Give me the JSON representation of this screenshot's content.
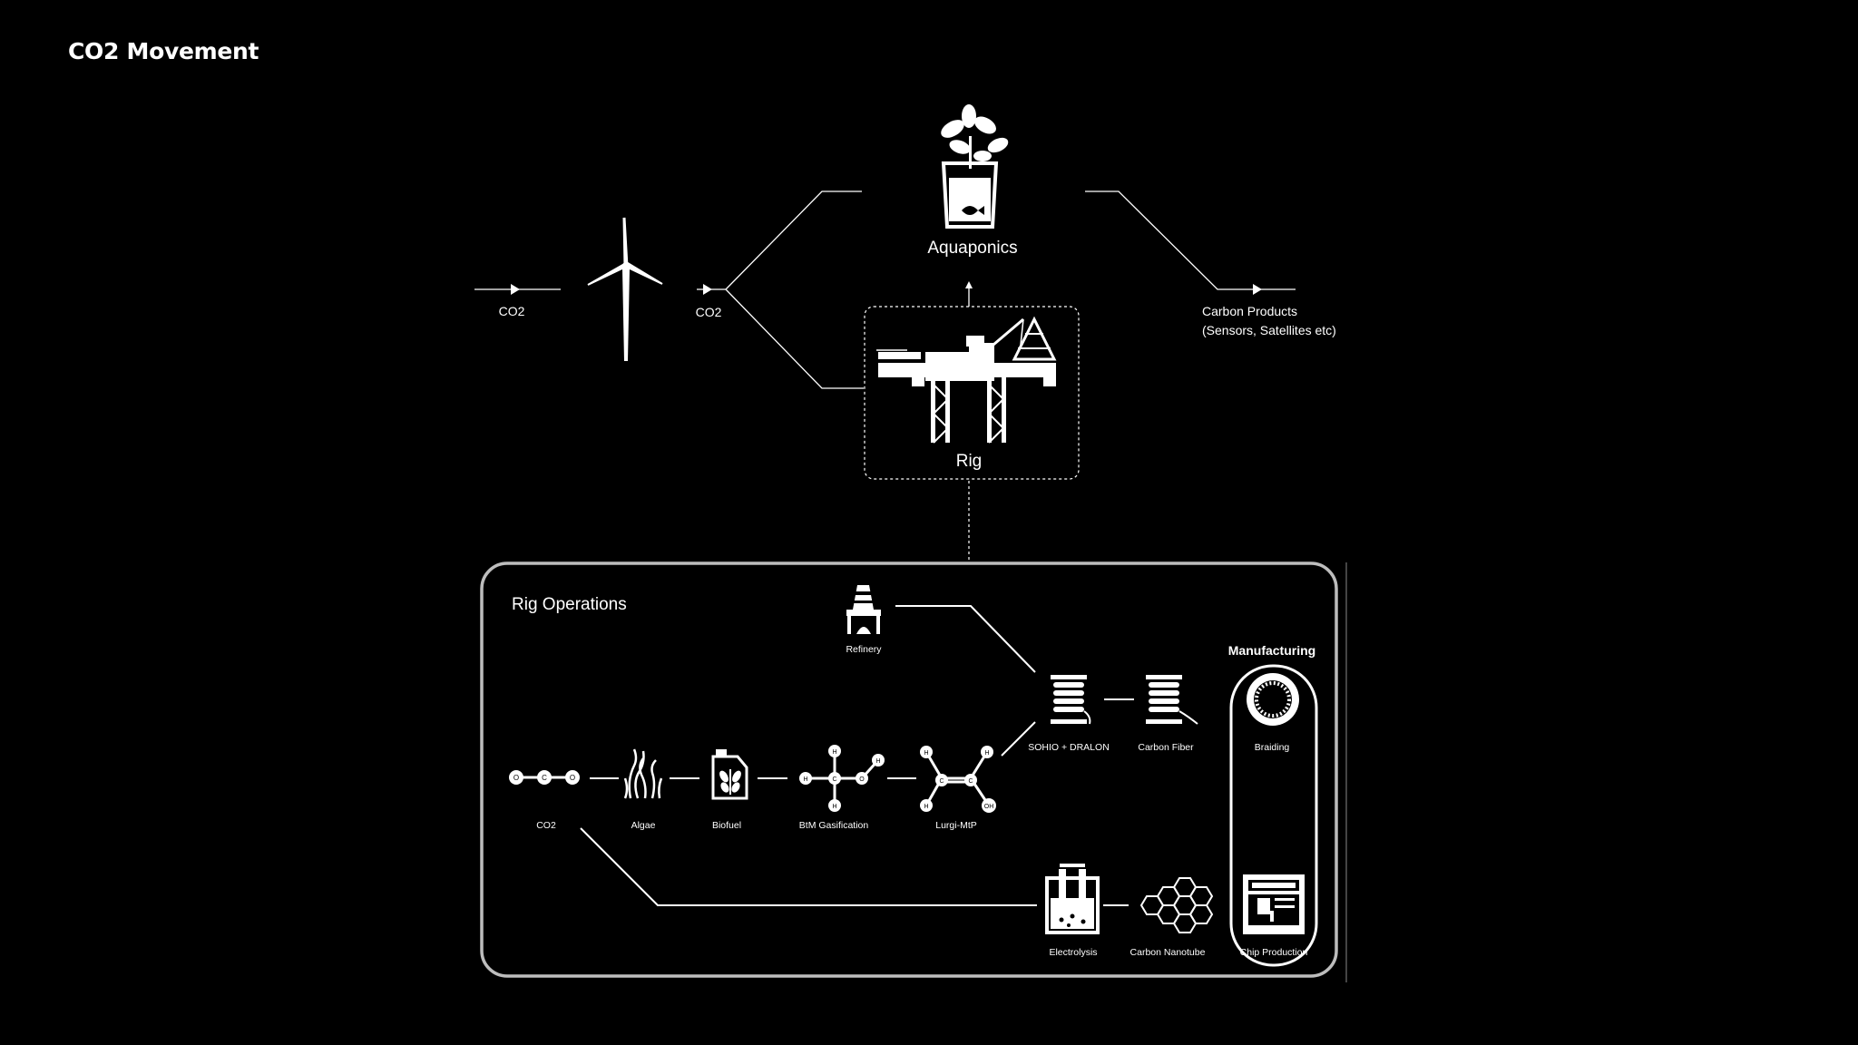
{
  "title": "CO2 Movement",
  "top_flow": {
    "co2_in": "CO2",
    "co2_mid": "CO2",
    "aquaponics": "Aquaponics",
    "rig": "Rig",
    "carbon_products_line1": "Carbon Products",
    "carbon_products_line2": "(Sensors, Satellites etc)"
  },
  "rig_operations": {
    "title": "Rig Operations",
    "refinery": "Refinery",
    "co2": "CO2",
    "algae": "Algae",
    "biofuel": "Biofuel",
    "btm_gasification": "BtM Gasification",
    "lurgi_mtp": "Lurgi-MtP",
    "sohio_dralon": "SOHIO + DRALON",
    "carbon_fiber": "Carbon Fiber",
    "electrolysis": "Electrolysis",
    "carbon_nanotube": "Carbon Nanotube"
  },
  "manufacturing": {
    "title": "Manufacturing",
    "braiding": "Braiding",
    "chip_production": "Chip Production"
  },
  "molecules": {
    "co2": [
      "O",
      "C",
      "O"
    ],
    "btm": [
      "H",
      "H",
      "C",
      "O",
      "H",
      "H"
    ],
    "lurgi": [
      "H",
      "H",
      "C",
      "C",
      "H",
      "OH"
    ]
  },
  "colors": {
    "background": "#000000",
    "foreground": "#ffffff",
    "box_border": "#bdbdbd"
  }
}
